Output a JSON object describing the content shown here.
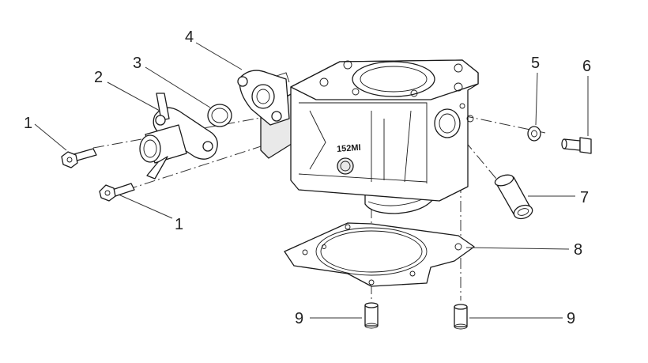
{
  "callouts": [
    {
      "id": "c1a",
      "text": "1"
    },
    {
      "id": "c1b",
      "text": "1"
    },
    {
      "id": "c2",
      "text": "2"
    },
    {
      "id": "c3",
      "text": "3"
    },
    {
      "id": "c4",
      "text": "4"
    },
    {
      "id": "c5",
      "text": "5"
    },
    {
      "id": "c6",
      "text": "6"
    },
    {
      "id": "c7",
      "text": "7"
    },
    {
      "id": "c8",
      "text": "8"
    },
    {
      "id": "c9a",
      "text": "9"
    },
    {
      "id": "c9b",
      "text": "9"
    }
  ],
  "engraving": "152MI"
}
